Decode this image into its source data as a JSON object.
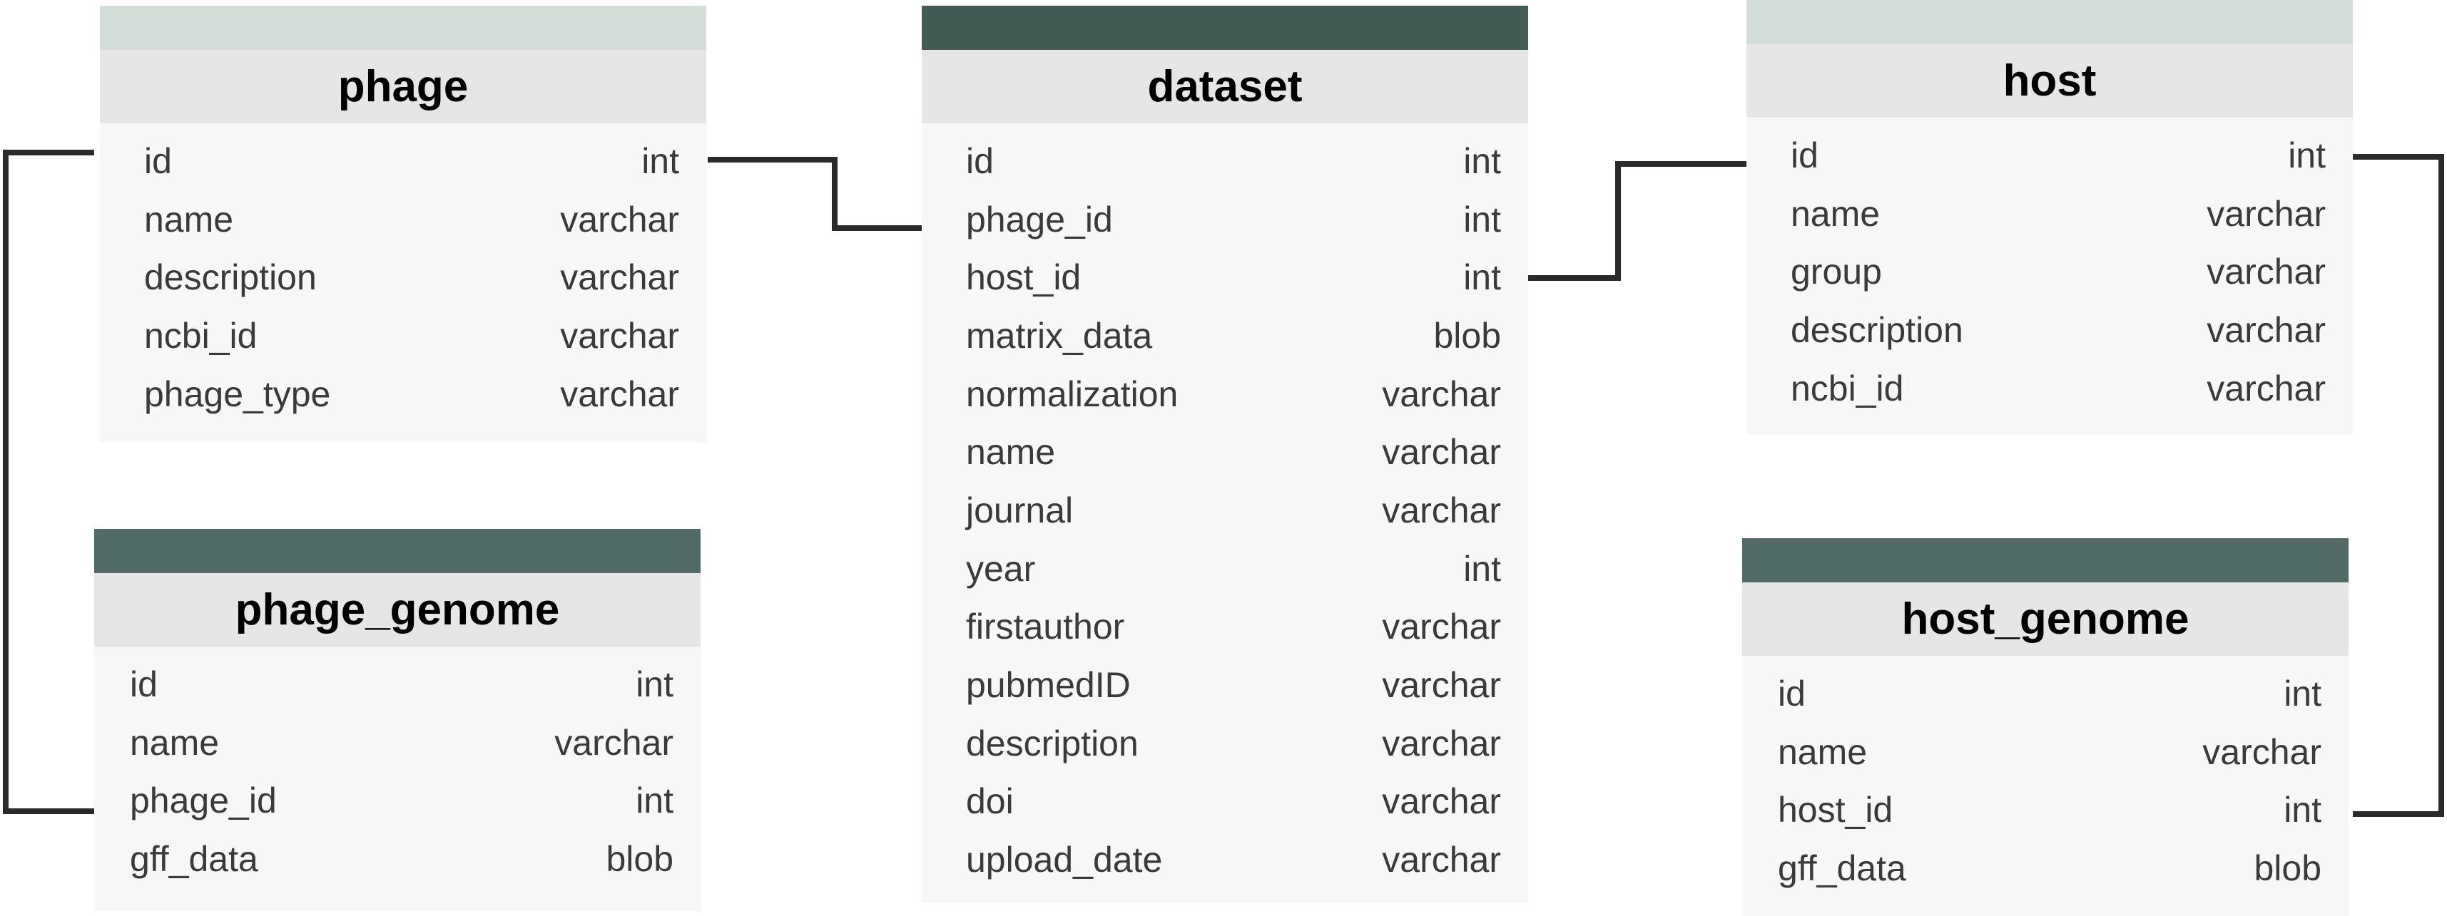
{
  "colors": {
    "header_bar_light": "#d4ded9",
    "header_bar_dark_dataset": "#435a55",
    "header_bar_dark_genome": "#526b66",
    "title_background": "#e6e6e6",
    "table_background": "#f7f7f7",
    "connector": "#2a2a2a",
    "field_text": "#3a3a3a"
  },
  "tables": {
    "phage": {
      "title": "phage",
      "fields": [
        {
          "name": "id",
          "type": "int"
        },
        {
          "name": "name",
          "type": "varchar"
        },
        {
          "name": "description",
          "type": "varchar"
        },
        {
          "name": "ncbi_id",
          "type": "varchar"
        },
        {
          "name": "phage_type",
          "type": "varchar"
        }
      ]
    },
    "dataset": {
      "title": "dataset",
      "fields": [
        {
          "name": "id",
          "type": "int"
        },
        {
          "name": "phage_id",
          "type": "int"
        },
        {
          "name": "host_id",
          "type": "int"
        },
        {
          "name": "matrix_data",
          "type": "blob"
        },
        {
          "name": "normalization",
          "type": "varchar"
        },
        {
          "name": "name",
          "type": "varchar"
        },
        {
          "name": "journal",
          "type": "varchar"
        },
        {
          "name": "year",
          "type": "int"
        },
        {
          "name": "firstauthor",
          "type": "varchar"
        },
        {
          "name": "pubmedID",
          "type": "varchar"
        },
        {
          "name": "description",
          "type": "varchar"
        },
        {
          "name": "doi",
          "type": "varchar"
        },
        {
          "name": "upload_date",
          "type": "varchar"
        }
      ]
    },
    "host": {
      "title": "host",
      "fields": [
        {
          "name": "id",
          "type": "int"
        },
        {
          "name": "name",
          "type": "varchar"
        },
        {
          "name": "group",
          "type": "varchar"
        },
        {
          "name": "description",
          "type": "varchar"
        },
        {
          "name": "ncbi_id",
          "type": "varchar"
        }
      ]
    },
    "phage_genome": {
      "title": "phage_genome",
      "fields": [
        {
          "name": "id",
          "type": "int"
        },
        {
          "name": "name",
          "type": "varchar"
        },
        {
          "name": "phage_id",
          "type": "int"
        },
        {
          "name": "gff_data",
          "type": "blob"
        }
      ]
    },
    "host_genome": {
      "title": "host_genome",
      "fields": [
        {
          "name": "id",
          "type": "int"
        },
        {
          "name": "name",
          "type": "varchar"
        },
        {
          "name": "host_id",
          "type": "int"
        },
        {
          "name": "gff_data",
          "type": "blob"
        }
      ]
    }
  },
  "relationships": [
    {
      "from": "phage.id",
      "to": "dataset.phage_id"
    },
    {
      "from": "host.id",
      "to": "dataset.host_id"
    },
    {
      "from": "phage.id",
      "to": "phage_genome.phage_id"
    },
    {
      "from": "host.id",
      "to": "host_genome.host_id"
    }
  ]
}
